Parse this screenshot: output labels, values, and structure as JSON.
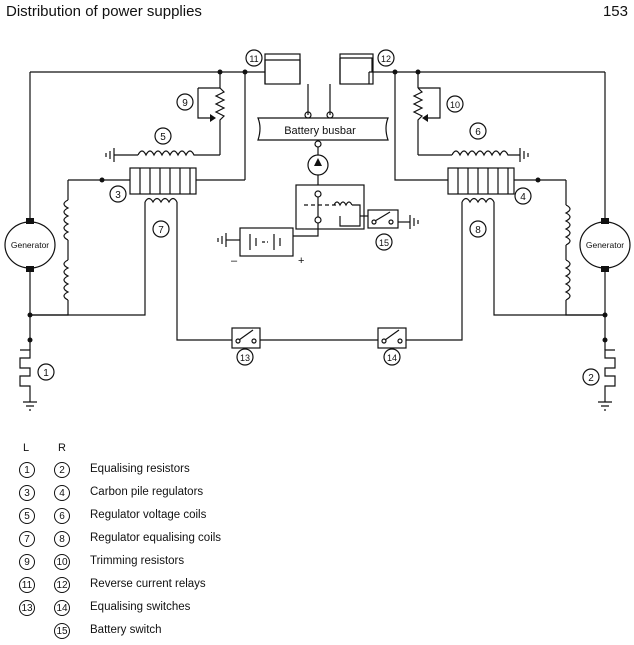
{
  "header": {
    "title": "Distribution of power supplies",
    "page_number": "153"
  },
  "diagram": {
    "battery_busbar_label": "Battery busbar",
    "generator_label": "Generator",
    "minus_sign": "–",
    "plus_sign": "+",
    "component_numbers": [
      "1",
      "2",
      "3",
      "4",
      "5",
      "6",
      "7",
      "8",
      "9",
      "10",
      "11",
      "12",
      "13",
      "14",
      "15"
    ]
  },
  "legend": {
    "left_header": "L",
    "right_header": "R",
    "rows": [
      {
        "left": "1",
        "right": "2",
        "text": "Equalising resistors"
      },
      {
        "left": "3",
        "right": "4",
        "text": "Carbon pile regulators"
      },
      {
        "left": "5",
        "right": "6",
        "text": "Regulator voltage coils"
      },
      {
        "left": "7",
        "right": "8",
        "text": "Regulator equalising coils"
      },
      {
        "left": "9",
        "right": "10",
        "text": "Trimming resistors"
      },
      {
        "left": "11",
        "right": "12",
        "text": "Reverse current relays"
      },
      {
        "left": "13",
        "right": "14",
        "text": "Equalising switches"
      },
      {
        "left": "",
        "right": "15",
        "text": "Battery switch"
      }
    ]
  }
}
